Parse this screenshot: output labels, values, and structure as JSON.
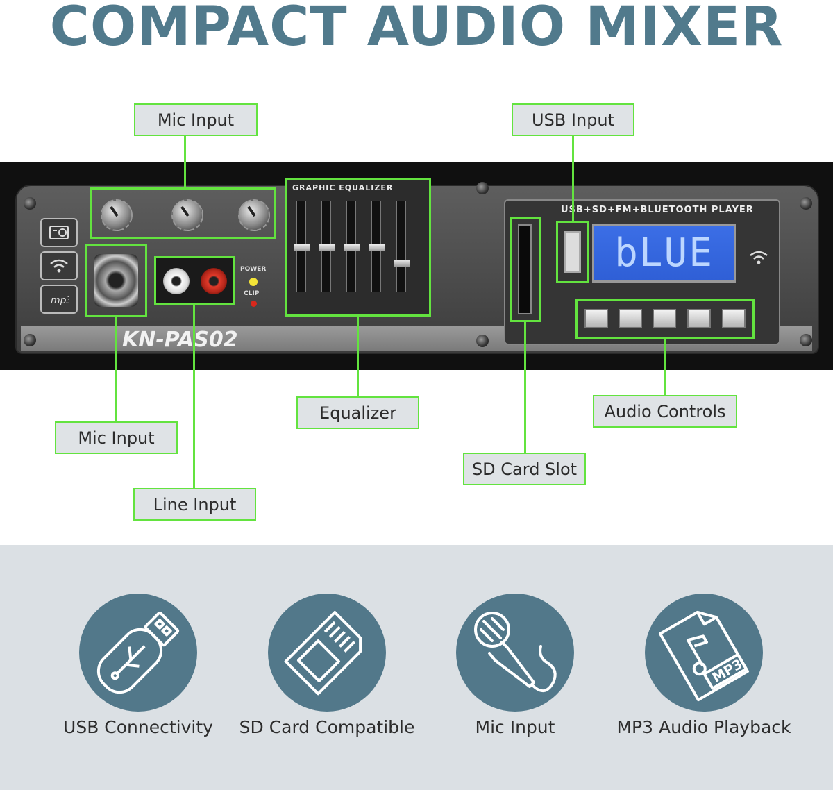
{
  "title": "COMPACT  AUDIO MIXER",
  "device": {
    "model": "KN-PAS02",
    "eq_title": "GRAPHIC EQUALIZER",
    "player_title": "USB+SD+FM+BLUETOOTH PLAYER",
    "lcd_text": "bLUE",
    "power_label": "POWER",
    "clip_label": "CLIP"
  },
  "callouts": {
    "mic_input_top": "Mic Input",
    "usb_input": "USB Input",
    "mic_input_bottom": "Mic Input",
    "line_input": "Line Input",
    "equalizer": "Equalizer",
    "sd_card_slot": "SD Card Slot",
    "audio_controls": "Audio Controls"
  },
  "features": [
    {
      "label": "USB Connectivity",
      "icon": "usb-drive-icon"
    },
    {
      "label": "SD Card Compatible",
      "icon": "sd-card-icon"
    },
    {
      "label": "Mic Input",
      "icon": "microphone-icon"
    },
    {
      "label": "MP3 Audio Playback",
      "icon": "mp3-file-icon"
    }
  ],
  "colors": {
    "title": "#517a8c",
    "callout_border": "#63e33f",
    "feature_circle": "#52788a",
    "feature_band": "#dbe0e4"
  }
}
